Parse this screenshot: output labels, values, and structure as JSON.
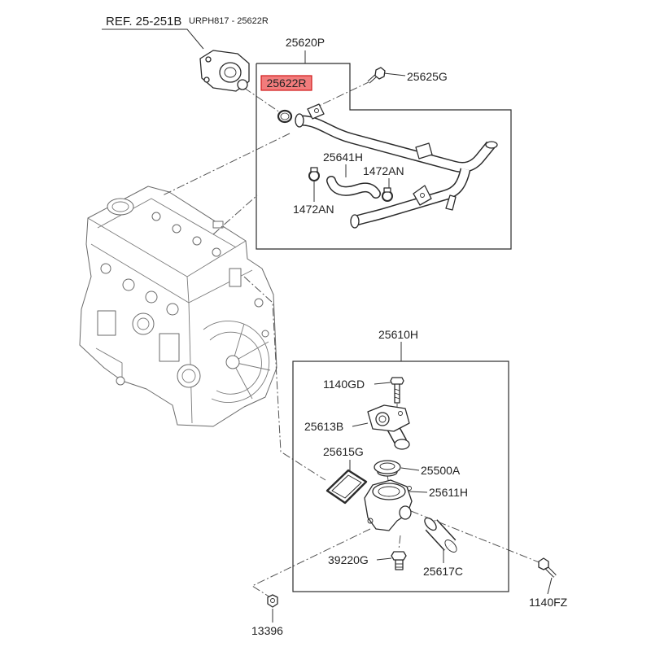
{
  "diagram": {
    "reference_label": "REF. 25-251B",
    "reference_overlay": "URPH817 - 25622R",
    "assemblies": {
      "pipe_assembly": "25620P",
      "thermostat_housing_assembly": "25610H"
    },
    "callouts": {
      "o_ring": "25622R",
      "pipe_bolt": "25625G",
      "hose": "25641H",
      "clamp_upper": "1472AN",
      "clamp_lower": "1472AN",
      "cover_bolt": "1140GD",
      "cover": "25613B",
      "gasket": "25615G",
      "thermostat": "25500A",
      "housing": "25611H",
      "temp_sensor": "39220G",
      "pipe": "25617C",
      "flange_bolt": "1140FZ",
      "nut": "13396"
    },
    "colors": {
      "line": "#2b2b2b",
      "part_fill": "#ffffff",
      "highlight_fill": "#f27c7c",
      "highlight_border": "#d01818"
    }
  }
}
